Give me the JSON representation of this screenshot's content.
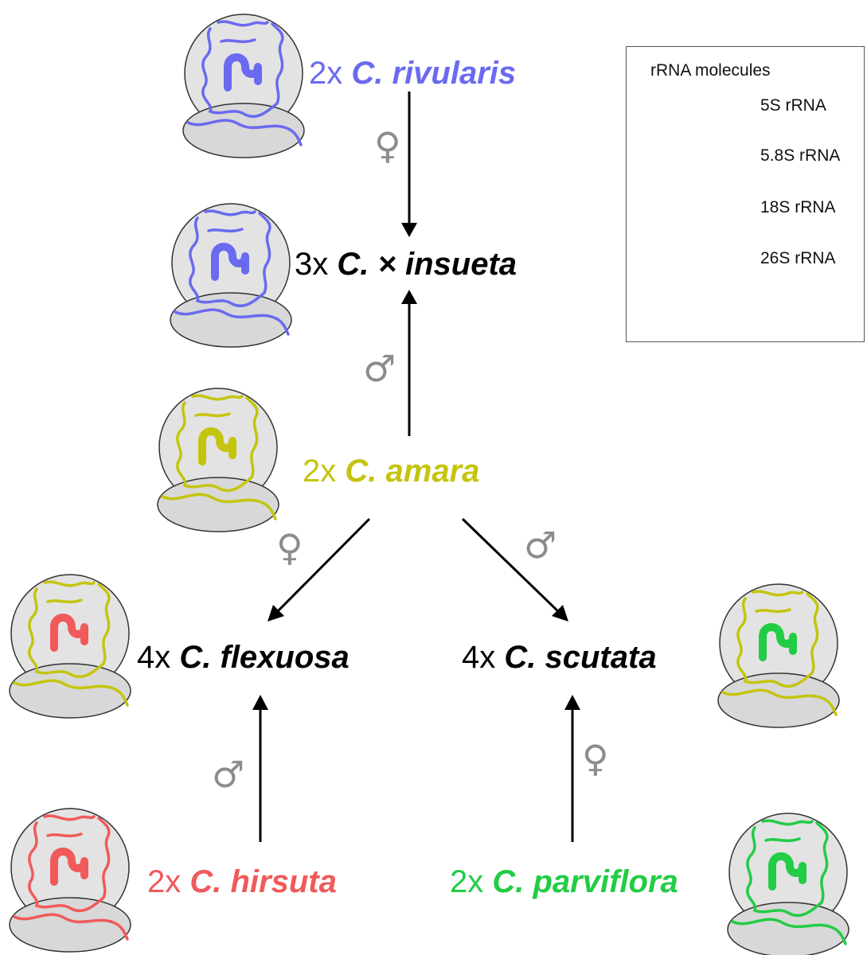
{
  "colors": {
    "rivularis": "#6a6af0",
    "amara": "#c4c40e",
    "hirsuta": "#f05a5a",
    "parviflora": "#22cc44",
    "hybrid_text": "#000000",
    "sign": "#8c8c8c",
    "rna_legend": "#777777"
  },
  "species": [
    {
      "id": "rivularis",
      "ploidy": "2x",
      "genus": "C.",
      "epithet": "rivularis"
    },
    {
      "id": "insueta",
      "ploidy": "3x",
      "genus": "C. ×",
      "epithet": "insueta"
    },
    {
      "id": "amara",
      "ploidy": "2x",
      "genus": "C.",
      "epithet": "amara"
    },
    {
      "id": "flexuosa",
      "ploidy": "4x",
      "genus": "C.",
      "epithet": "flexuosa"
    },
    {
      "id": "scutata",
      "ploidy": "4x",
      "genus": "C.",
      "epithet": "scutata"
    },
    {
      "id": "hirsuta",
      "ploidy": "2x",
      "genus": "C.",
      "epithet": "hirsuta"
    },
    {
      "id": "parviflora",
      "ploidy": "2x",
      "genus": "C.",
      "epithet": "parviflora"
    }
  ],
  "parent_signs": {
    "female": "♀",
    "male": "♂"
  },
  "edges": [
    {
      "from": "rivularis",
      "to": "insueta",
      "parent": "female"
    },
    {
      "from": "amara",
      "to": "insueta",
      "parent": "male"
    },
    {
      "from": "amara",
      "to": "flexuosa",
      "parent": "female"
    },
    {
      "from": "amara",
      "to": "scutata",
      "parent": "male"
    },
    {
      "from": "hirsuta",
      "to": "flexuosa",
      "parent": "male"
    },
    {
      "from": "parviflora",
      "to": "scutata",
      "parent": "female"
    }
  ],
  "ribosomes": [
    {
      "id": "rivularis",
      "large_color": "rivularis",
      "five_s_color": "rivularis",
      "small_color": "rivularis"
    },
    {
      "id": "insueta",
      "large_color": "rivularis",
      "five_s_color": "rivularis",
      "small_color": "rivularis"
    },
    {
      "id": "amara",
      "large_color": "amara",
      "five_s_color": "amara",
      "small_color": "amara"
    },
    {
      "id": "flexuosa",
      "large_color": "amara",
      "five_s_color": "hirsuta",
      "small_color": "amara"
    },
    {
      "id": "scutata",
      "large_color": "amara",
      "five_s_color": "parviflora",
      "small_color": "amara"
    },
    {
      "id": "hirsuta",
      "large_color": "hirsuta",
      "five_s_color": "hirsuta",
      "small_color": "hirsuta"
    },
    {
      "id": "parviflora",
      "large_color": "parviflora",
      "five_s_color": "parviflora",
      "small_color": "parviflora"
    }
  ],
  "legend": {
    "title": "rRNA molecules",
    "items": [
      {
        "label": "5S rRNA",
        "icon": "5s-rrna-icon"
      },
      {
        "label": "5.8S rRNA",
        "icon": "5-8s-rrna-icon"
      },
      {
        "label": "18S rRNA",
        "icon": "18s-rrna-icon"
      },
      {
        "label": "26S rRNA",
        "icon": "26s-rrna-icon"
      }
    ]
  }
}
